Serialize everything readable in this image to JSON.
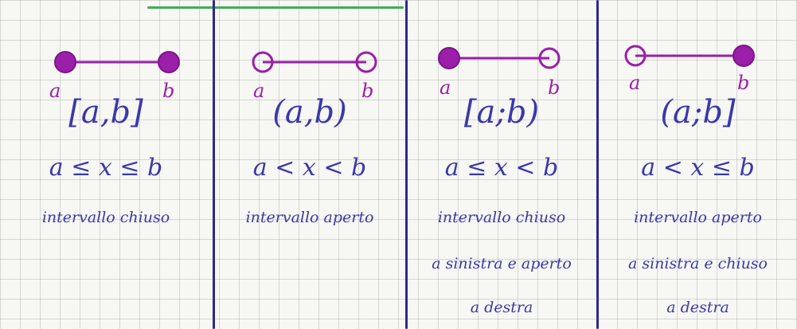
{
  "colors": {
    "ink": "#3b38aa",
    "point": "#9b1fa8",
    "divider": "#2c2890",
    "grid": "#969696",
    "top_line": "#3fae5a"
  },
  "intervals": [
    {
      "notation": "[a,b]",
      "inequality": "a ≤ x ≤ b",
      "description": [
        "intervallo chiuso"
      ],
      "endpoint_labels": [
        "a",
        "b"
      ],
      "left_closed": true,
      "right_closed": true
    },
    {
      "notation": "(a,b)",
      "inequality": "a < x < b",
      "description": [
        "intervallo aperto"
      ],
      "endpoint_labels": [
        "a",
        "b"
      ],
      "left_closed": false,
      "right_closed": false
    },
    {
      "notation": "[a;b)",
      "inequality": "a ≤ x < b",
      "description": [
        "intervallo chiuso",
        "a sinistra e aperto",
        "a destra"
      ],
      "endpoint_labels": [
        "a",
        "b"
      ],
      "left_closed": true,
      "right_closed": false
    },
    {
      "notation": "(a;b]",
      "inequality": "a < x ≤ b",
      "description": [
        "intervallo aperto",
        "a sinistra e chiuso",
        "a destra"
      ],
      "endpoint_labels": [
        "a",
        "b"
      ],
      "left_closed": false,
      "right_closed": true
    }
  ]
}
